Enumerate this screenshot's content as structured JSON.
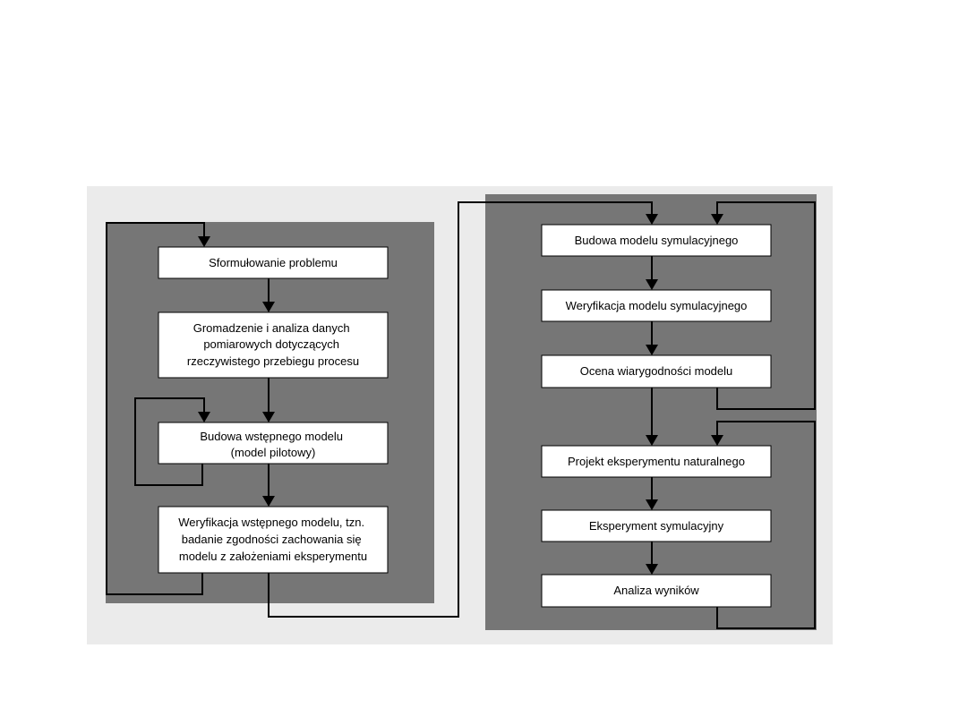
{
  "left_panel": {
    "boxes": [
      {
        "lines": [
          "Sformułowanie problemu"
        ]
      },
      {
        "lines": [
          "Gromadzenie i analiza danych",
          "pomiarowych dotyczących",
          "rzeczywistego przebiegu procesu"
        ]
      },
      {
        "lines": [
          "Budowa wstępnego modelu",
          "(model pilotowy)"
        ]
      },
      {
        "lines": [
          "Weryfikacja wstępnego modelu, tzn.",
          "badanie zgodności zachowania się",
          "modelu z założeniami eksperymentu"
        ]
      }
    ]
  },
  "right_panel": {
    "boxes": [
      {
        "lines": [
          "Budowa modelu symulacyjnego"
        ]
      },
      {
        "lines": [
          "Weryfikacja modelu symulacyjnego"
        ]
      },
      {
        "lines": [
          "Ocena wiarygodności modelu"
        ]
      },
      {
        "lines": [
          "Projekt eksperymentu naturalnego"
        ]
      },
      {
        "lines": [
          "Eksperyment symulacyjny"
        ]
      },
      {
        "lines": [
          "Analiza wyników"
        ]
      }
    ]
  }
}
